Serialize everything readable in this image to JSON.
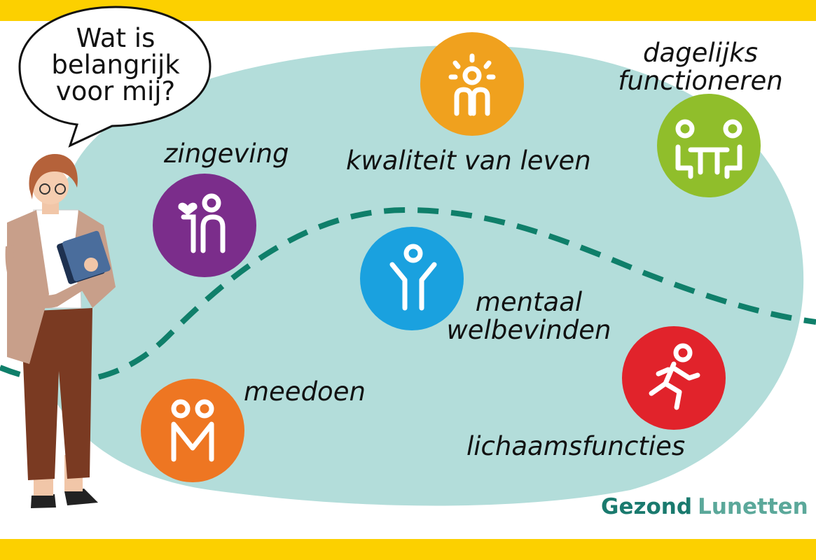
{
  "speech_bubble": {
    "line1": "Wat is",
    "line2": "belangrijk",
    "line3": "voor mij?"
  },
  "labels": {
    "zingeving": "zingeving",
    "kwaliteit": "kwaliteit van leven",
    "dagelijks_line1": "dagelijks",
    "dagelijks_line2": "functioneren",
    "mentaal_line1": "mentaal",
    "mentaal_line2": "welbevinden",
    "meedoen": "meedoen",
    "lichaamsfuncties": "lichaamsfuncties"
  },
  "brand": {
    "word1": "Gezond",
    "word2": "Lunetten"
  },
  "colors": {
    "band": "#fcd000",
    "blob": "#b3ddda",
    "dash": "#0f7f6a",
    "zingeving": "#7b2d8b",
    "kwaliteit": "#f0a11e",
    "dagelijks": "#90be2b",
    "mentaal": "#1aa1df",
    "meedoen": "#ee7622",
    "lichaamsfuncties": "#e1232b"
  },
  "icons": {
    "zingeving": "heart-person-icon",
    "kwaliteit": "sun-person-icon",
    "dagelijks": "people-at-table-icon",
    "mentaal": "arms-raised-person-icon",
    "meedoen": "holding-hands-icon",
    "lichaamsfuncties": "running-person-icon"
  }
}
